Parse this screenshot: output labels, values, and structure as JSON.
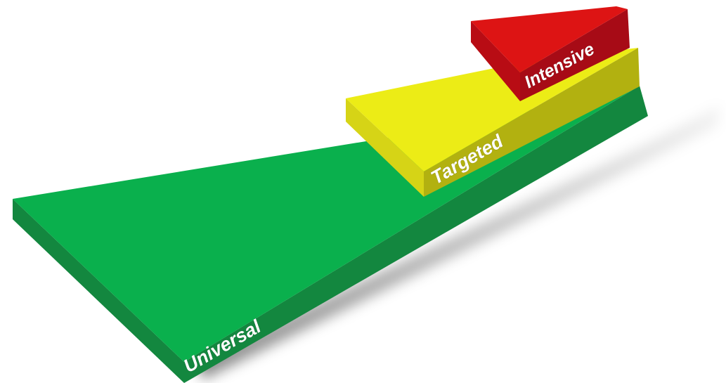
{
  "tiers": [
    {
      "label": "Universal",
      "top_color": "#0ab04d",
      "side_color": "#13873f"
    },
    {
      "label": "Targeted",
      "top_color": "#ecec16",
      "side_color": "#b2b110"
    },
    {
      "label": "Intensive",
      "top_color": "#dd1414",
      "side_color": "#a70b16"
    }
  ],
  "background": "#ffffff"
}
